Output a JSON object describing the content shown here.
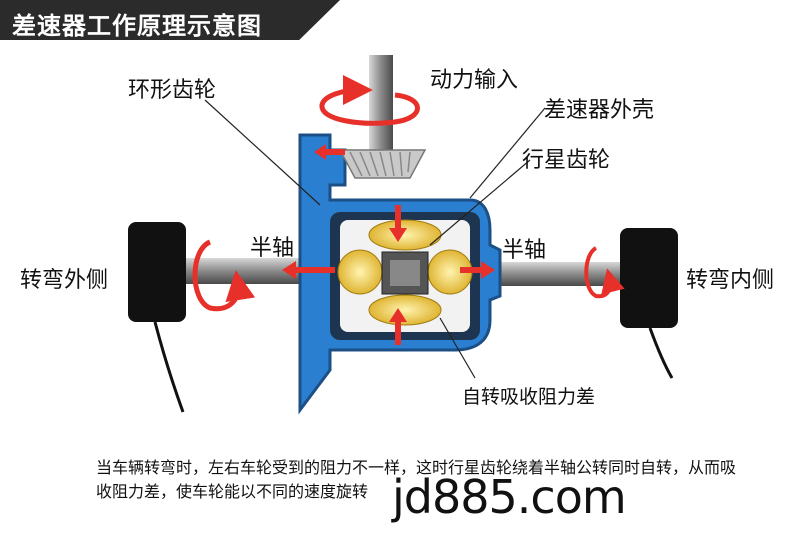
{
  "title": "差速器工作原理示意图",
  "labels": {
    "ring_gear": "环形齿轮",
    "power_input": "动力输入",
    "housing": "差速器外壳",
    "planet_gear": "行星齿轮",
    "half_shaft_left": "半轴",
    "half_shaft_right": "半轴",
    "outer_side": "转弯外侧",
    "inner_side": "转弯内侧",
    "self_rotation": "自转吸收阻力差"
  },
  "caption": "当车辆转弯时，左右车轮受到的阻力不一样，这时行星齿轮绕着半轴公转同时自转，从而吸收阻力差，使车轮能以不同的速度旋转",
  "watermark": "jd885.com",
  "colors": {
    "housing": "#2a7fd0",
    "arrow": "#e8302a",
    "gear": "#e8c43a",
    "wheel": "#111111",
    "shaft": "#8a8a8a"
  }
}
